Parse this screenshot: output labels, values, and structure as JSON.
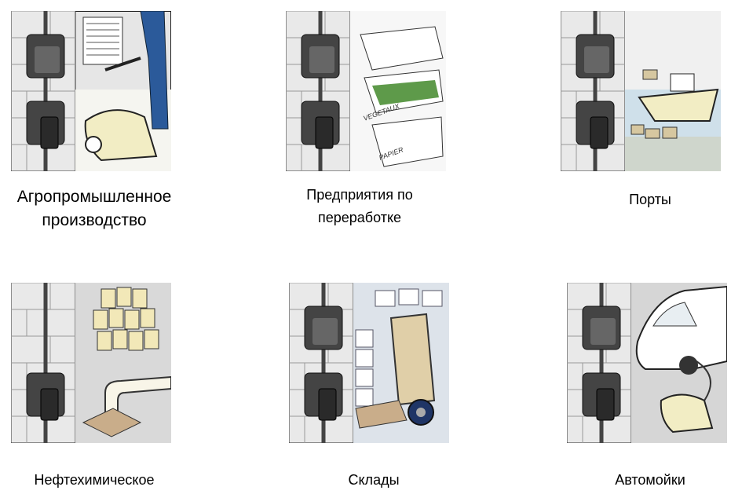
{
  "industries": [
    {
      "label_line1": "Агропромышленное",
      "label_line2": "производство",
      "icon": "pressure-washer-illustration"
    },
    {
      "label_line1": "Предприятия по",
      "label_line2": "переработке",
      "icon": "recycling-bins-illustration",
      "bin_labels": [
        "VEGETAUX",
        "PAPIER"
      ]
    },
    {
      "label_line1": "Порты",
      "icon": "boat-port-illustration"
    },
    {
      "label_line1": "Нефтехимическое",
      "icon": "chemical-barrels-illustration"
    },
    {
      "label_line1": "Склады",
      "icon": "forklift-warehouse-illustration"
    },
    {
      "label_line1": "Автомойки",
      "icon": "car-wash-illustration"
    }
  ]
}
